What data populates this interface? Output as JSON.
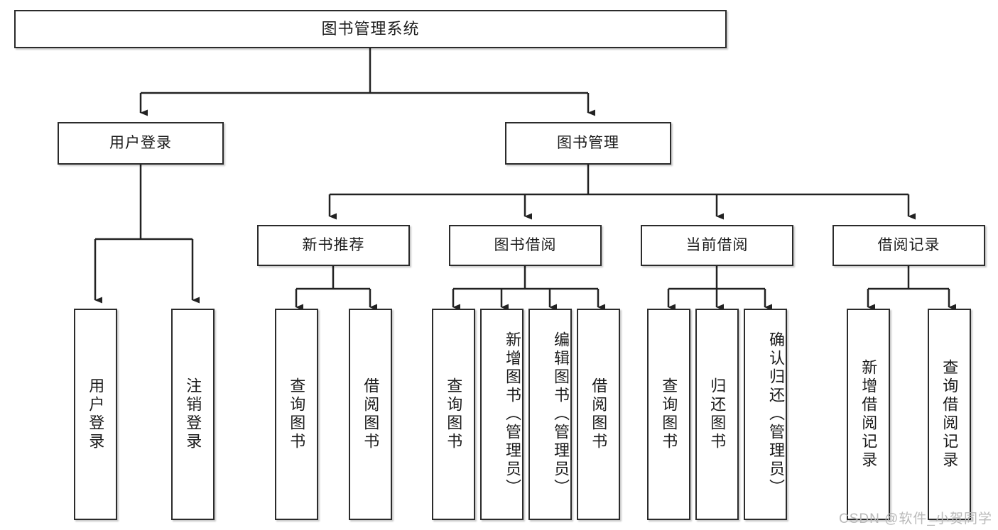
{
  "diagram": {
    "title": "图书管理系统",
    "type": "hierarchy-tree",
    "watermark": "CSDN @软件_小贺同学",
    "colors": {
      "box_border": "#2b2b2b",
      "box_fill": "#ffffff",
      "edge": "#222222",
      "watermark": "#b9b9b9"
    },
    "nodes": {
      "root": {
        "label": "图书管理系统",
        "level": 0
      },
      "level1": [
        {
          "id": "user-login",
          "label": "用户登录"
        },
        {
          "id": "book-management",
          "label": "图书管理"
        }
      ],
      "level2": [
        {
          "id": "new-book-recommend",
          "label": "新书推荐",
          "parent": "book-management"
        },
        {
          "id": "book-borrow",
          "label": "图书借阅",
          "parent": "book-management"
        },
        {
          "id": "current-borrow",
          "label": "当前借阅",
          "parent": "book-management"
        },
        {
          "id": "borrow-record",
          "label": "借阅记录",
          "parent": "book-management"
        }
      ],
      "leaves": [
        {
          "id": "leaf-user-login",
          "label": "用户登录",
          "parent": "user-login"
        },
        {
          "id": "leaf-user-logout",
          "label": "注销登录",
          "parent": "user-login"
        },
        {
          "id": "leaf-query-book-1",
          "label": "查询图书",
          "parent": "new-book-recommend"
        },
        {
          "id": "leaf-borrow-book-1",
          "label": "借阅图书",
          "parent": "new-book-recommend"
        },
        {
          "id": "leaf-query-book-2",
          "label": "查询图书",
          "parent": "book-borrow"
        },
        {
          "id": "leaf-add-book",
          "label": "新增图书（管理员）",
          "parent": "book-borrow"
        },
        {
          "id": "leaf-edit-book",
          "label": "编辑图书（管理员）",
          "parent": "book-borrow"
        },
        {
          "id": "leaf-borrow-book-2",
          "label": "借阅图书",
          "parent": "book-borrow"
        },
        {
          "id": "leaf-query-book-3",
          "label": "查询图书",
          "parent": "current-borrow"
        },
        {
          "id": "leaf-return-book",
          "label": "归还图书",
          "parent": "current-borrow"
        },
        {
          "id": "leaf-confirm-return",
          "label": "确认归还（管理员）",
          "parent": "current-borrow"
        },
        {
          "id": "leaf-add-record",
          "label": "新增借阅记录",
          "parent": "borrow-record"
        },
        {
          "id": "leaf-query-record",
          "label": "查询借阅记录",
          "parent": "borrow-record"
        }
      ]
    }
  }
}
